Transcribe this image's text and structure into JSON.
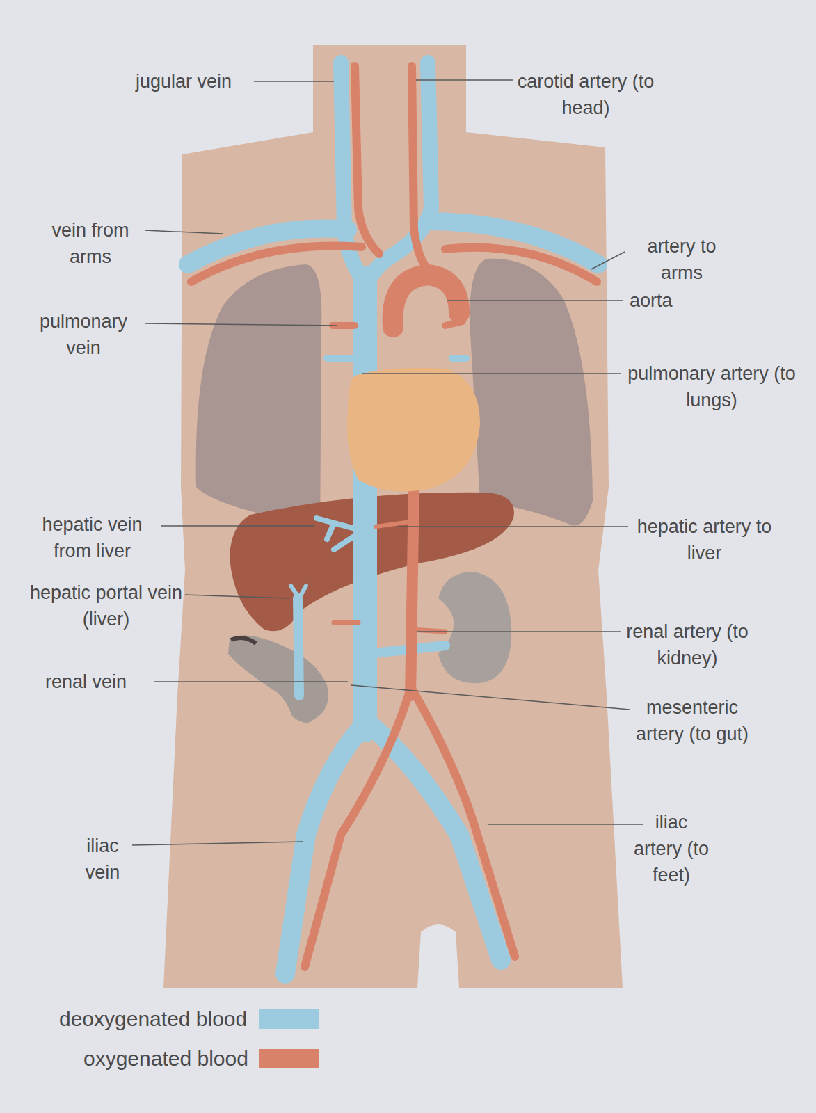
{
  "diagram": {
    "labels": [
      "jugular vein",
      "carotid artery (to head)",
      "vein from arms",
      "artery to arms",
      "aorta",
      "pulmonary vein",
      "pulmonary artery (to lungs)",
      "hepatic vein from liver",
      "hepatic artery to liver",
      "hepatic portal vein (liver)",
      "renal artery (to kidney)",
      "renal vein",
      "mesenteric artery (to gut)",
      "iliac vein",
      "iliac artery (to feet)"
    ],
    "legend": [
      {
        "text": "deoxygenated blood",
        "color": "#9ccbe0"
      },
      {
        "text": "oxygenated blood",
        "color": "#d9826a"
      }
    ]
  }
}
